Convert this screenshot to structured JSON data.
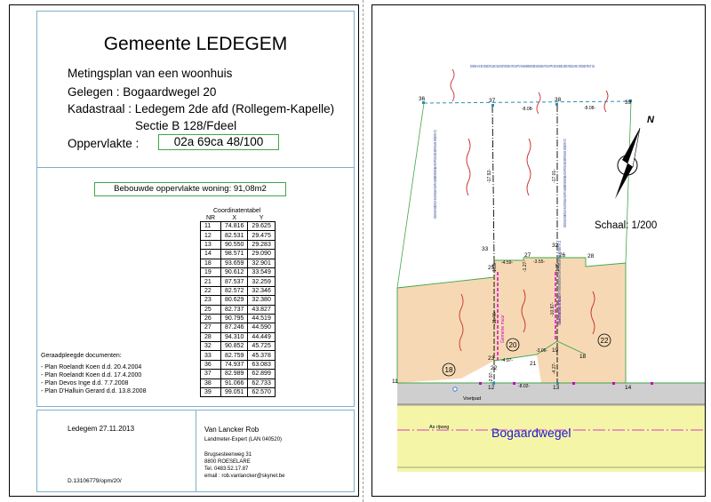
{
  "header": {
    "municipality": "Gemeente LEDEGEM",
    "doc_type": "Metingsplan van een woonhuis",
    "location": "Gelegen : Bogaardwegel 20",
    "cadastre": "Kadastraal : Ledegem 2de afd (Rollegem-Kapelle)",
    "section": "Sectie B 128/Fdeel",
    "area_label": "Oppervlakte :",
    "area_value": "02a 69ca 48/100"
  },
  "middle": {
    "built_area": "Bebouwde oppervlakte woning: 91,08m2",
    "table_title": "Coordinatentabel",
    "columns": [
      "NR",
      "X",
      "Y"
    ],
    "rows": [
      [
        "11",
        "74.816",
        "29.625"
      ],
      [
        "12",
        "82.531",
        "29.475"
      ],
      [
        "13",
        "90.550",
        "29.283"
      ],
      [
        "14",
        "98.571",
        "29.090"
      ],
      [
        "18",
        "93.659",
        "32.901"
      ],
      [
        "19",
        "90.612",
        "33.549"
      ],
      [
        "21",
        "87.537",
        "32.259"
      ],
      [
        "22",
        "82.572",
        "32.346"
      ],
      [
        "23",
        "80.629",
        "32.380"
      ],
      [
        "25",
        "82.737",
        "43.827"
      ],
      [
        "26",
        "90.795",
        "44.519"
      ],
      [
        "27",
        "87.246",
        "44.590"
      ],
      [
        "28",
        "94.310",
        "44.449"
      ],
      [
        "32",
        "90.852",
        "45.725"
      ],
      [
        "33",
        "82.759",
        "45.378"
      ],
      [
        "36",
        "74.937",
        "63.083"
      ],
      [
        "37",
        "82.989",
        "62.899"
      ],
      [
        "38",
        "91.066",
        "62.733"
      ],
      [
        "39",
        "99.051",
        "62.570"
      ]
    ],
    "docs_title": "Geraadpleegde documenten:",
    "docs": [
      "- Plan Roelandt Koen d.d. 20.4.2004",
      "- Plan Roelandt Koen d.d. 17.4.2000",
      "- Plan Devos Inge d.d. 7.7.2008",
      "- Plan D'Halluin Gerard d.d. 13.8.2008"
    ]
  },
  "footer": {
    "date": "Ledegem 27.11.2013",
    "ref": "D.13106779/opm/20/",
    "surveyor_name": "Van Lancker Rob",
    "surveyor_title": "Landmeter-Expert (LAN 040520)",
    "address1": "Brugsesteenweg 31",
    "address2": "8800  ROESELARE",
    "tel": "Tel.     0483.52.17.87",
    "email": "email : rob.vanlancker@skynet.be"
  },
  "plan": {
    "scale": "Schaal: 1/200",
    "north": "N",
    "street": "Bogaardwegel",
    "axis_label": "As rijweg",
    "footpath": "Voetpad",
    "owner_note": "DOMEIN VAN DE GEWESTELIJKE HUISVESTINGSMAATSCHAPPIJ SAMENWERKENDE BOUWMAATSCHAPPIJ DE MANDEL 8800 ROESELARE, GROENESTRAAT 224",
    "owner_note_v1": "DOMEIN VAN DE GEWESTELIJKE HUISVESTINGSMAATSCHAPPIJ SAMENWERKENDE BOUWMAATSCHAPPIJ DE MANDEL 8800 ROESELARE, GROENESTRAAT 224",
    "owner_note_v2": "DOMEIN VAN DE GEWESTELIJKE HUISVESTINGSMAATSCHAPPIJ SAMENWERKENDE BOUWMAATSCHAPPIJ DE MANDEL 8800 ROESELARE, GROENESTRAAT 224",
    "owner_note_v3": "DOMEIN VAN DE GEWESTELIJKE HUISVESTINGSMAATSCHAPPIJ SAMENWERKENDE BOUWMAATSCHAPPIJ DE MANDEL 8800 ROESELARE, GROENESTRAAT 224",
    "house_numbers": [
      "18",
      "20",
      "22"
    ],
    "points": [
      "36",
      "37",
      "38",
      "39",
      "33",
      "25",
      "27",
      "26",
      "32",
      "28",
      "23",
      "22",
      "21",
      "19",
      "18",
      "11",
      "12",
      "13",
      "14"
    ],
    "dims": [
      "-8.08-",
      "-8.08-",
      "-17.92-",
      "-17.01-",
      "-4.59-",
      "-3.55-",
      "-11.46-",
      "-10.97-",
      "-3.06-",
      "-4.97-",
      "-8.02-",
      "-4.27-",
      "-2.97-",
      "1.35",
      "1.35",
      "-1.27-"
    ],
    "wall_label_1": "Gemene muur",
    "wall_label_2": "Gemene muur",
    "colors": {
      "parcel": "#f6d9b4",
      "street": "#f5f5a8",
      "footpath": "#cccccc",
      "boundary": "#3ea64a",
      "wall": "#c800c8",
      "street_text": "#1a1ad0",
      "arrow": "#c83232"
    }
  }
}
